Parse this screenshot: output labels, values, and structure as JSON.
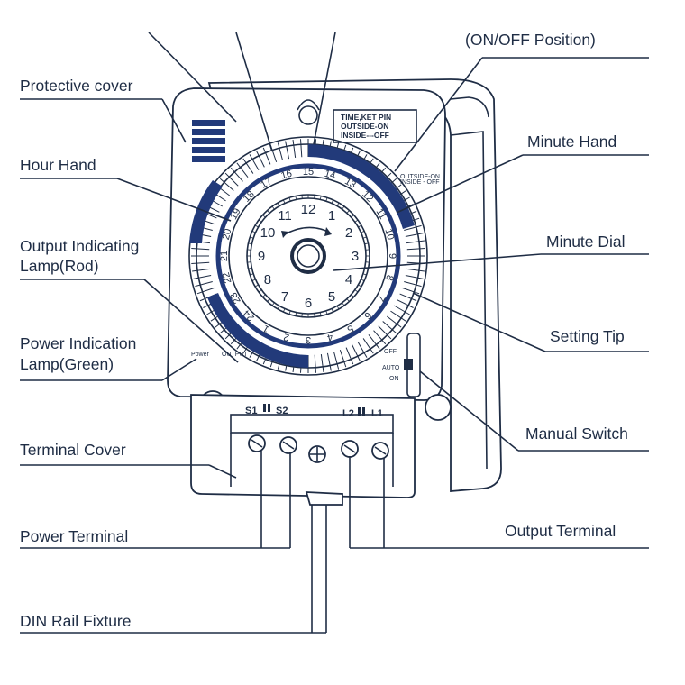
{
  "labels": {
    "on_off_position": "(ON/OFF Position)",
    "protective_cover": "Protective cover",
    "hour_hand": "Hour Hand",
    "output_lamp_line1": "Output Indicating",
    "output_lamp_line2": "Lamp(Rod)",
    "power_lamp_line1": "Power Indication",
    "power_lamp_line2": "Lamp(Green)",
    "terminal_cover": "Terminal Cover",
    "power_terminal": "Power Terminal",
    "din_rail": "DIN Rail Fixture",
    "minute_hand": "Minute Hand",
    "minute_dial": "Minute Dial",
    "setting_tip": "Setting Tip",
    "manual_switch": "Manual Switch",
    "output_terminal": "Output Terminal"
  },
  "device": {
    "info_line1": "TIME,KET PIN",
    "info_line2": "OUTSIDE-ON",
    "info_line3": "INSIDE---OFF",
    "mini_line1": "OUTSIDE-ON",
    "mini_line2": "INSIDE - OFF",
    "power_text": "Power",
    "output_text": "OUTPUT",
    "switch_off": "OFF",
    "switch_auto": "AUTO",
    "switch_on": "ON",
    "terminal_s1": "S1",
    "terminal_s2": "S2",
    "terminal_l2": "L2",
    "terminal_l1": "L1"
  },
  "clock_numbers": [
    "12",
    "1",
    "2",
    "3",
    "4",
    "5",
    "6",
    "7",
    "8",
    "9",
    "10",
    "11"
  ],
  "hour_ring": [
    "15",
    "14",
    "13",
    "12",
    "11",
    "10",
    "9",
    "8",
    "7",
    "6",
    "5",
    "4",
    "3",
    "2",
    "1",
    "24",
    "23",
    "22",
    "21",
    "20",
    "19",
    "18",
    "17",
    "16"
  ],
  "colors": {
    "ink": "#1f2d45",
    "accent": "#223a7a"
  }
}
